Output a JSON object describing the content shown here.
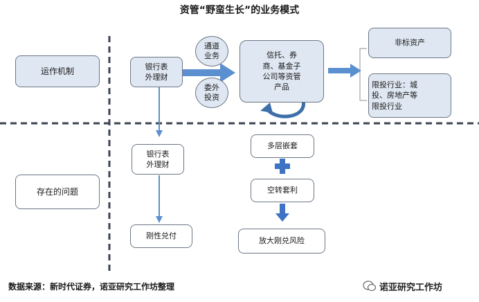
{
  "title": "资管“野蛮生长”的业务模式",
  "rows": {
    "operation": "运作机制",
    "problems": "存在的问题"
  },
  "operation": {
    "bank_wmp": "银行表\n外理财",
    "channel_business": "通道\n业务",
    "delegated_investment": "委外\n投资",
    "products": "信托、券\n商、基金子\n公司等资管\n产品",
    "nonstandard_assets": "非标资产",
    "restricted_industries": "限投行业：城\n投、房地产等\n限投行业"
  },
  "problems": {
    "bank_wmp": "银行表\n外理财",
    "rigid_payment": "刚性兑付",
    "multi_layer_nesting": "多层嵌套",
    "idle_arbitrage": "空转套利",
    "amplified_risk": "放大刚兑风险"
  },
  "footer": "数据来源：新时代证券，诺亚研究工作坊整理",
  "watermark": "诺亚研究工作坊",
  "colors": {
    "box_fill": "#dfe7f2",
    "box_border": "#6b7585",
    "arrow": "#5b8fd0",
    "plus": "#3d72c4",
    "divider": "#3b4250"
  }
}
